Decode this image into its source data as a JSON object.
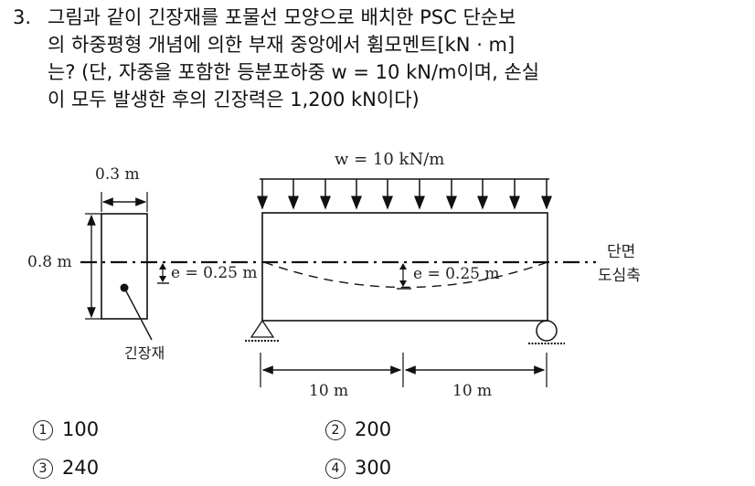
{
  "question": {
    "number": "3.",
    "lines": [
      "그림과 같이 긴장재를 포물선 모양으로 배치한 PSC 단순보",
      "의 하중평형 개념에 의한 부재 중앙에서 휨모멘트[kN · m]",
      "는? (단, 자중을 포함한 등분포하중 w = 10 kN/m이며, 손실",
      "이 모두 발생한 후의 긴장력은 1,200 kN이다)"
    ]
  },
  "figure": {
    "section_width": "0.3 m",
    "section_height": "0.8 m",
    "eccentricity_left": "e = 0.25 m",
    "eccentricity_mid": "e = 0.25 m",
    "tendon_label": "긴장재",
    "load_label": "w = 10 kN/m",
    "axis_label_1": "단면",
    "axis_label_2": "도심축",
    "span_left": "10 m",
    "span_right": "10 m"
  },
  "choices": [
    {
      "marker": "1",
      "value": "100"
    },
    {
      "marker": "2",
      "value": "200"
    },
    {
      "marker": "3",
      "value": "240"
    },
    {
      "marker": "4",
      "value": "300"
    }
  ]
}
